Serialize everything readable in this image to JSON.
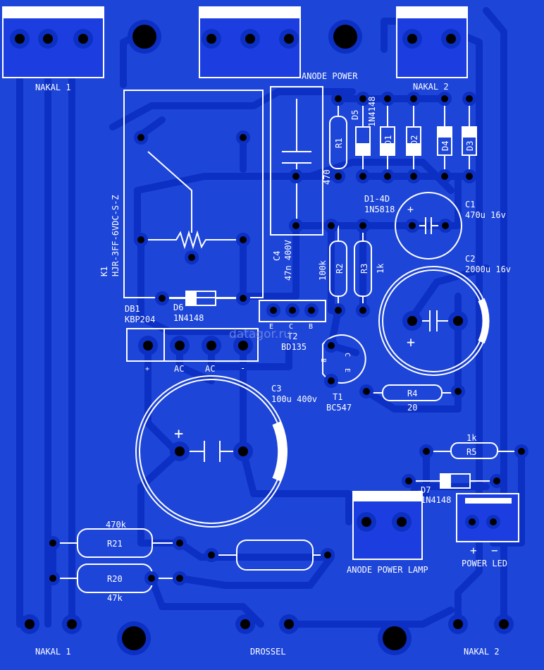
{
  "connectors": {
    "nakal1_top": "NAKAL 1",
    "anode_power": "ANODE POWER",
    "nakal2_top": "NAKAL 2",
    "nakal1_bottom": "NAKAL 1",
    "drossel": "DROSSEL",
    "nakal2_bottom": "NAKAL 2",
    "anode_power_lamp": "ANODE POWER LAMP",
    "power_led": "POWER LED",
    "led_plus": "+",
    "led_minus": "−"
  },
  "relay": {
    "ref": "K1",
    "part": "HJR-3FF-6VDC-S-Z"
  },
  "bridge": {
    "ref": "DB1",
    "part": "KBP204",
    "pin_plus": "+",
    "pin_ac1": "AC",
    "pin_ac2": "AC",
    "pin_minus": "-"
  },
  "diodes": {
    "d6_ref": "D6",
    "d6_part": "1N4148",
    "d5_ref": "D5",
    "d5_part": "1N4148",
    "d1": "D1",
    "d2": "D2",
    "d3": "D3",
    "d4": "D4",
    "d1_4_ref": "D1-4D",
    "d1_4_part": "1N5818",
    "d7_ref": "D7",
    "d7_part": "1N4148"
  },
  "capacitors": {
    "c1_ref": "C1",
    "c1_val": "470u 16v",
    "c2_ref": "C2",
    "c2_val": "2000u 16v",
    "c3_ref": "C3",
    "c3_val": "100u 400v",
    "c4_ref": "C4",
    "c4_val": "47n 400V",
    "plus": "+"
  },
  "resistors": {
    "r1_ref": "R1",
    "r1_val": "470",
    "r2_ref": "R2",
    "r2_val": "100k",
    "r3_ref": "R3",
    "r3_val": "1k",
    "r4_ref": "R4",
    "r4_val": "20",
    "r5_ref": "R5",
    "r5_val": "1k",
    "r20_ref": "R20",
    "r20_val": "47k",
    "r21_ref": "R21",
    "r21_val": "470k"
  },
  "transistors": {
    "t2_ref": "T2",
    "t2_part": "BD135",
    "t2_e": "E",
    "t2_c": "C",
    "t2_b": "B",
    "t1_ref": "T1",
    "t1_part": "BC547",
    "t1_c": "C",
    "t1_b": "B",
    "t1_e": "E"
  },
  "watermark": "datagor.ru",
  "colors": {
    "board": "#1d45d8",
    "copper": "#0c2fc4",
    "pad": "#1c3ae0",
    "silk": "#ffffff"
  }
}
